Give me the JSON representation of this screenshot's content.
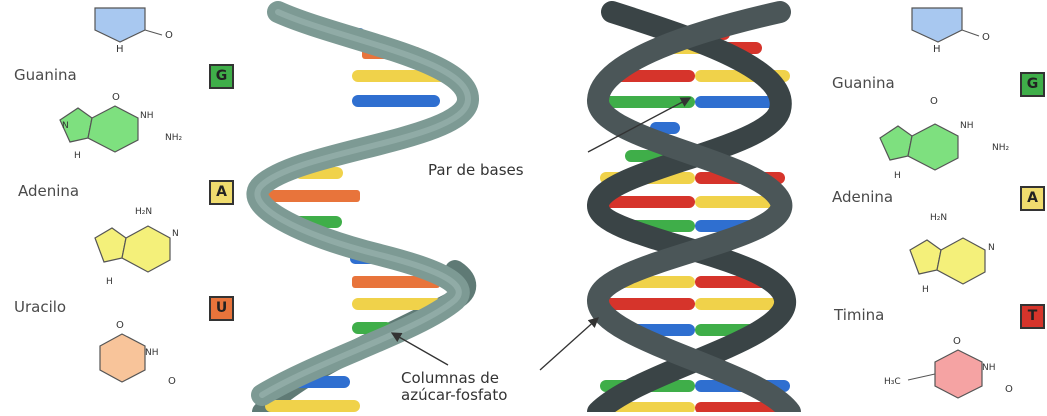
{
  "left_panel": {
    "items": [
      {
        "name": "Guanina",
        "badge": "G",
        "badge_color": "#3fae49"
      },
      {
        "name": "Adenina",
        "badge": "A",
        "badge_color": "#f0dc6e"
      },
      {
        "name": "Uracilo",
        "badge": "U",
        "badge_color": "#e8743b"
      }
    ]
  },
  "right_panel": {
    "items": [
      {
        "name": "Guanina",
        "badge": "G",
        "badge_color": "#3fae49"
      },
      {
        "name": "Adenina",
        "badge": "A",
        "badge_color": "#f0dc6e"
      },
      {
        "name": "Timina",
        "badge": "T",
        "badge_color": "#d6342b"
      }
    ]
  },
  "callouts": {
    "base_pair": "Par de bases",
    "backbone_line1": "Columnas de",
    "backbone_line2": "azúcar-fosfato"
  },
  "molecule_labels": {
    "nh": "NH",
    "n": "N",
    "h": "H",
    "o": "O",
    "nh2": "NH₂",
    "h2n": "H₂N",
    "h3c": "H₃C"
  },
  "colors": {
    "rna_backbone": "#7d9a94",
    "dna_backbone": "#3a4446",
    "guanine": "#3fae49",
    "adenine": "#f0d24a",
    "uracil": "#e8743b",
    "thymine": "#d6342b",
    "cytosine": "#2f6fd0",
    "guanine_ring": "#7ee07f",
    "adenine_ring": "#f4f07a",
    "uracil_ring": "#f8c49a",
    "thymine_ring": "#f5a3a3",
    "cytosine_ring": "#a8c8f0"
  }
}
